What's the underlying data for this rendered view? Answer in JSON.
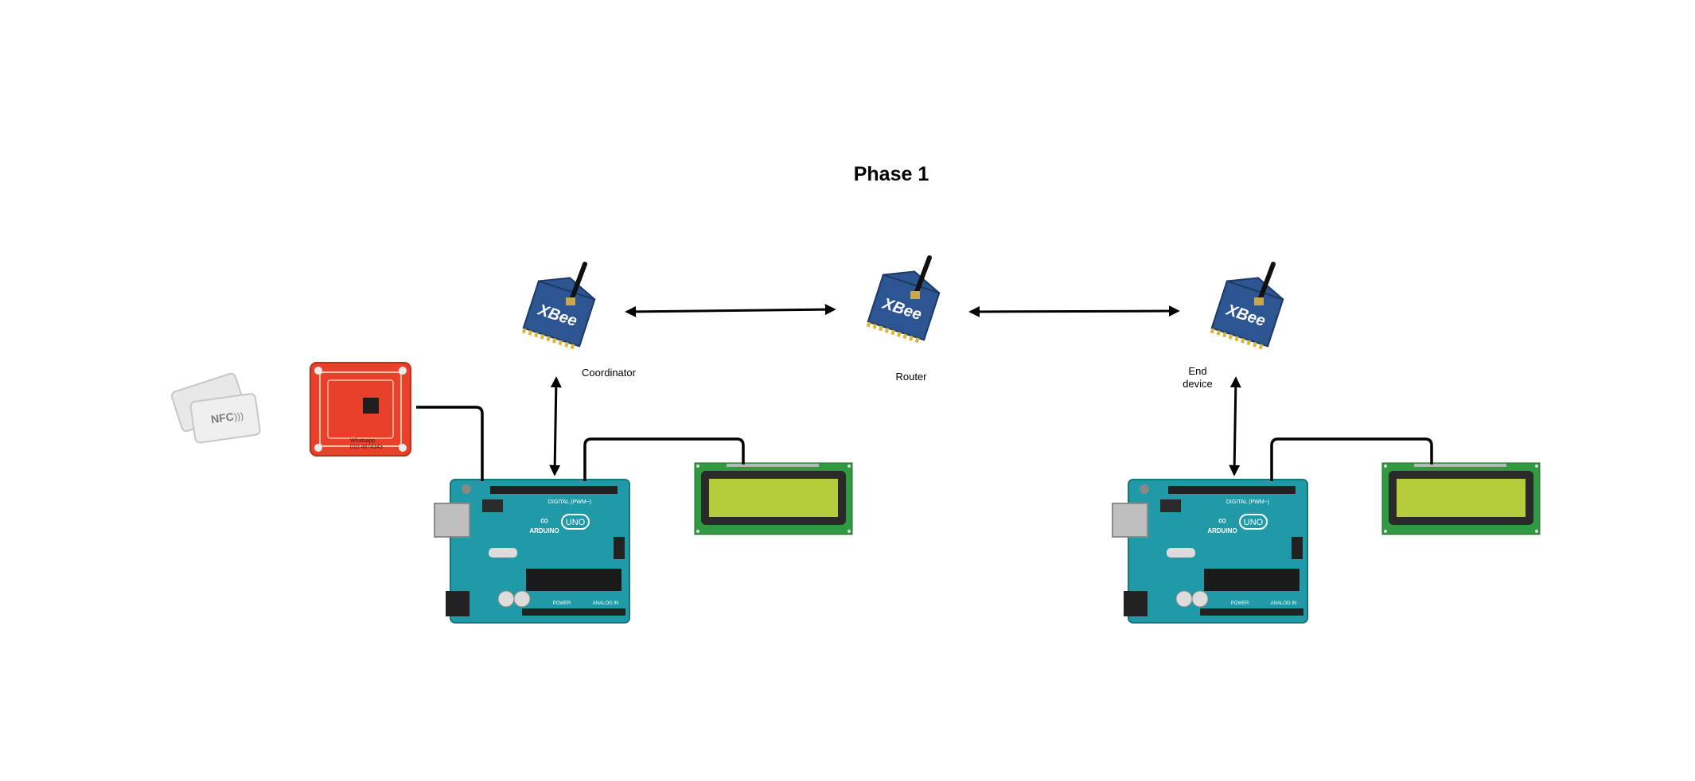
{
  "diagram": {
    "title": "Phase 1",
    "labels": {
      "coordinator": "Coordinator",
      "router": "Router",
      "end_device_line1": "End",
      "end_device_line2": "device"
    },
    "board_text": {
      "xbee": "XBee",
      "arduino": "ARDUINO",
      "uno": "UNO",
      "digital": "DIGITAL (PWM~)",
      "power": "POWER",
      "analog": "ANALOG IN",
      "nfc": "NFC",
      "reader_line1": "Whatsapp",
      "reader_line2": "010 4874343"
    },
    "colors": {
      "arduino_teal": "#1f9aa6",
      "xbee_blue": "#2d5592",
      "nfc_reader_red": "#e8402a",
      "lcd_green": "#2f9a3f",
      "lcd_screen": "#b5cd3a",
      "arrow": "#000000"
    }
  }
}
